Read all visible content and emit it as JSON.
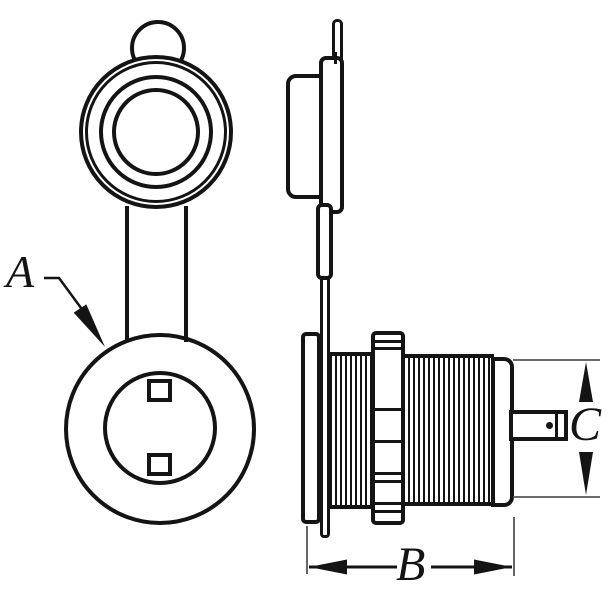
{
  "drawing": {
    "annotations": {
      "part_label": "A",
      "width_dimension_label": "B",
      "height_dimension_label": "C"
    },
    "colors": {
      "line": "#141414",
      "extension_line": "#555555",
      "background": "#ffffff"
    },
    "views": {
      "front": "socket front view with flip cap",
      "side": "threaded socket side view"
    }
  }
}
